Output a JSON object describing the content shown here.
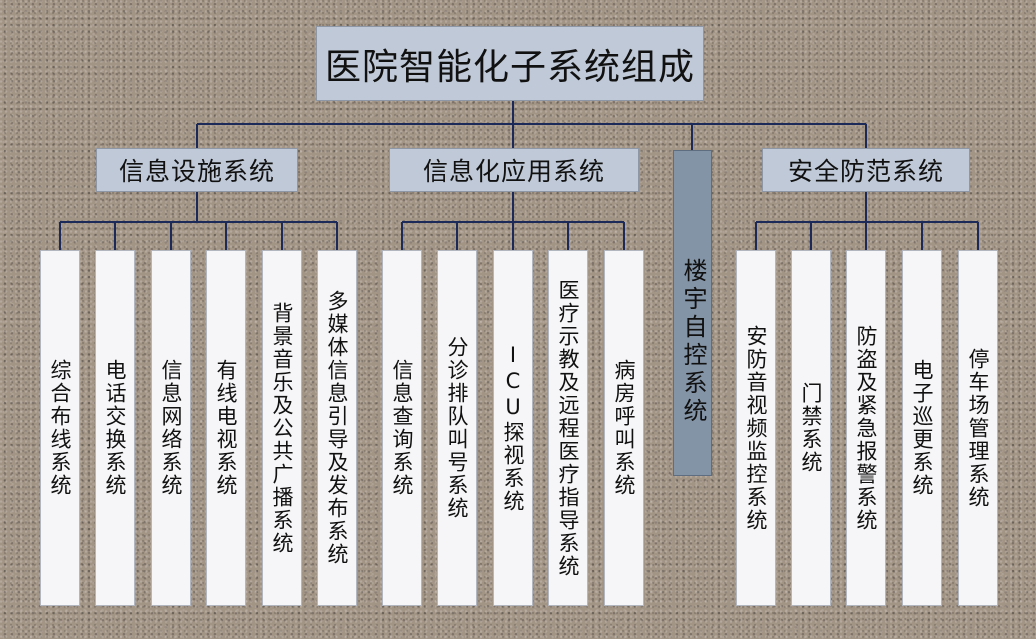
{
  "root": {
    "label": "医院智能化子系统组成"
  },
  "groups": [
    {
      "label": "信息设施系统",
      "children": [
        "综合布线系统",
        "电话交换系统",
        "信息网络系统",
        "有线电视系统",
        "背景音乐及公共广播系统",
        "多媒体信息引导及发布系统"
      ]
    },
    {
      "label": "信息化应用系统",
      "children": [
        "信息查询系统",
        "分诊排队叫号系统",
        "ICU探视系统",
        "医疗示教及远程医疗指导系统",
        "病房呼叫系统"
      ]
    },
    {
      "label": "楼宇自控系统"
    },
    {
      "label": "安全防范系统",
      "children": [
        "安防音视频监控系统",
        "门禁系统",
        "防盗及紧急报警系统",
        "电子巡更系统",
        "停车场管理系统"
      ]
    }
  ],
  "colors": {
    "header_fill": "#bfc9d7",
    "dark_fill": "#8494a7",
    "leaf_fill": "#f6f6f8",
    "line": "#1c2a5a"
  }
}
